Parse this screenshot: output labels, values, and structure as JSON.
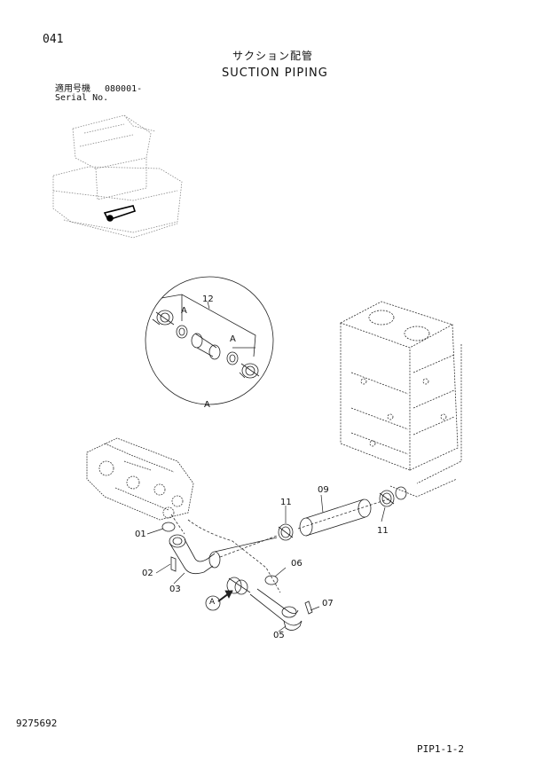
{
  "header": {
    "page_number": "041",
    "title_jp": "サクション配管",
    "title_en": "SUCTION PIPING"
  },
  "serial": {
    "label_jp": "適用号機",
    "value": "080001-",
    "label_en": "Serial No."
  },
  "callouts": {
    "p01": "01",
    "p02": "02",
    "p03": "03",
    "p05": "05",
    "p06": "06",
    "p07": "07",
    "p09": "09",
    "p11a": "11",
    "p11b": "11",
    "p12": "12",
    "detail_a1": "A",
    "detail_a2": "A",
    "detail_a3": "A",
    "detail_ref": "A"
  },
  "footer": {
    "drawing_number": "9275692",
    "page_code": "PIP1-1-2"
  }
}
